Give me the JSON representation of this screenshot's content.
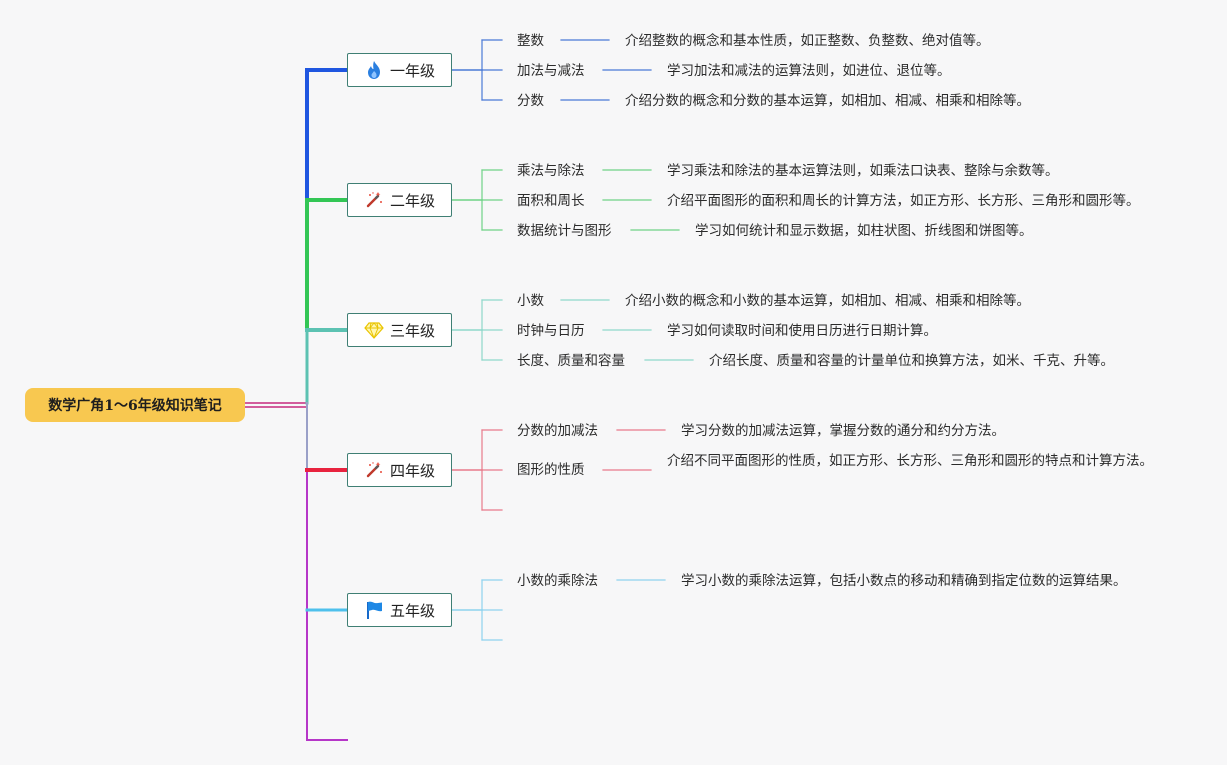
{
  "root": {
    "title": "数学广角1～6年级知识笔记"
  },
  "grades": [
    {
      "label": "一年级",
      "icon": "fire-icon",
      "color": "#1f56e0",
      "childColor": "#4a7ad6",
      "topics": [
        {
          "name": "整数",
          "desc": "介绍整数的概念和基本性质，如正整数、负整数、绝对值等。"
        },
        {
          "name": "加法与减法",
          "desc": "学习加法和减法的运算法则，如进位、退位等。"
        },
        {
          "name": "分数",
          "desc": "介绍分数的概念和分数的基本运算，如相加、相减、相乘和相除等。"
        }
      ]
    },
    {
      "label": "二年级",
      "icon": "magic-wand-icon",
      "color": "#33c655",
      "childColor": "#6fd386",
      "topics": [
        {
          "name": "乘法与除法",
          "desc": "学习乘法和除法的基本运算法则，如乘法口诀表、整除与余数等。"
        },
        {
          "name": "面积和周长",
          "desc": "介绍平面图形的面积和周长的计算方法，如正方形、长方形、三角形和圆形等。"
        },
        {
          "name": "数据统计与图形",
          "desc": "学习如何统计和显示数据，如柱状图、折线图和饼图等。"
        }
      ]
    },
    {
      "label": "三年级",
      "icon": "diamond-icon",
      "color": "#5cc2b2",
      "childColor": "#8fd8ca",
      "topics": [
        {
          "name": "小数",
          "desc": "介绍小数的概念和小数的基本运算，如相加、相减、相乘和相除等。"
        },
        {
          "name": "时钟与日历",
          "desc": "学习如何读取时间和使用日历进行日期计算。"
        },
        {
          "name": "长度、质量和容量",
          "desc": "介绍长度、质量和容量的计量单位和换算方法，如米、千克、升等。"
        }
      ]
    },
    {
      "label": "四年级",
      "icon": "magic-wand-icon",
      "color": "#e8233f",
      "childColor": "#e87a8a",
      "topics": [
        {
          "name": "分数的加减法",
          "desc": "学习分数的加减法运算，掌握分数的通分和约分方法。"
        },
        {
          "name": "图形的性质",
          "desc": "介绍不同平面图形的性质，如正方形、长方形、三角形和圆形的特点和计算方法。"
        },
        {
          "name": "",
          "desc": ""
        }
      ]
    },
    {
      "label": "五年级",
      "icon": "flag-icon",
      "color": "#4ec0ec",
      "childColor": "#8ed3ee",
      "topics": [
        {
          "name": "小数的乘除法",
          "desc": "学习小数的乘除法运算，包括小数点的移动和精确到指定位数的运算结果。"
        },
        {
          "name": "",
          "desc": ""
        },
        {
          "name": "",
          "desc": ""
        }
      ]
    }
  ],
  "extraBranchColor": "#b636c8",
  "rootLinkColor": "#c6287e"
}
